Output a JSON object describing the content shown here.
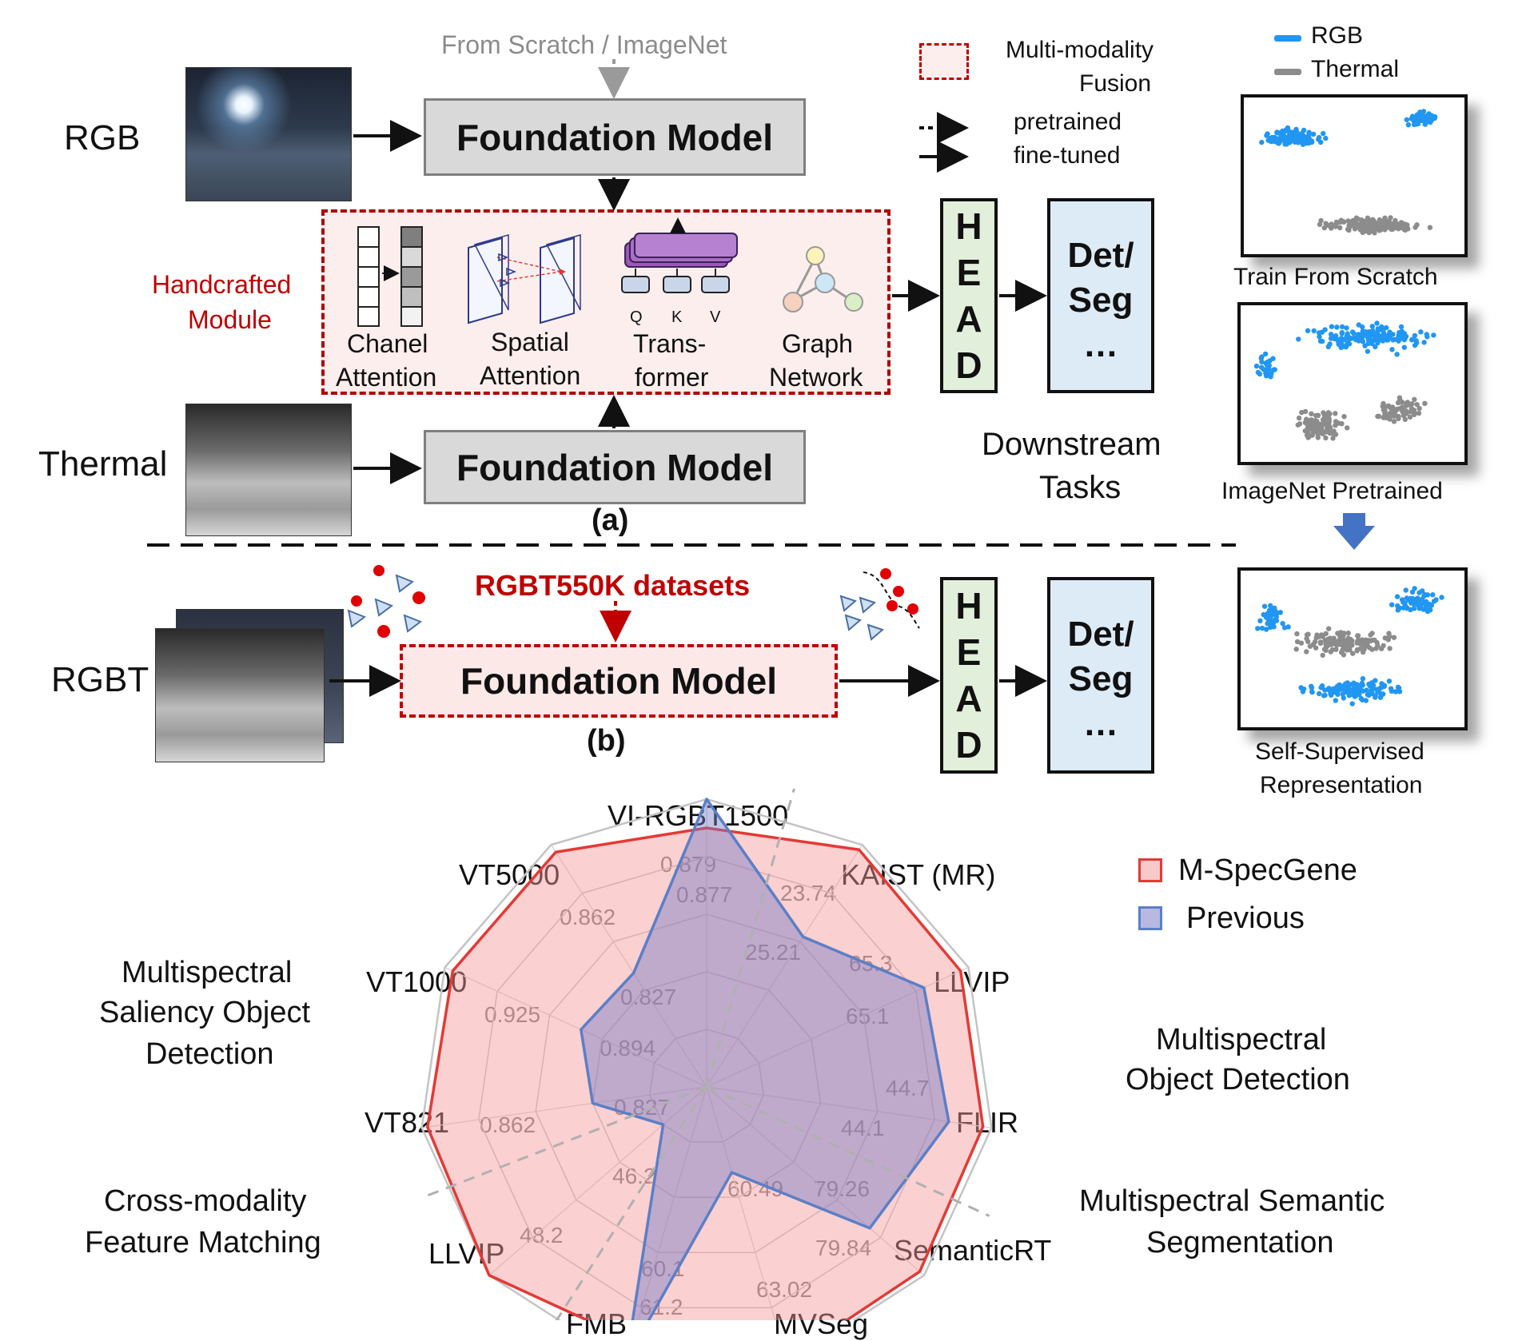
{
  "top": {
    "init_label": "From Scratch /  ImageNet",
    "rgb_label": "RGB",
    "thermal_label": "Thermal",
    "foundation_top": "Foundation Model",
    "foundation_bottom": "Foundation Model",
    "handcrafted_line1": "Handcrafted",
    "handcrafted_line2": "Module",
    "modules": [
      {
        "l1": "Chanel",
        "l2": "Attention",
        "icon": "channel-attention-icon"
      },
      {
        "l1": "Spatial",
        "l2": "Attention",
        "icon": "spatial-attention-icon"
      },
      {
        "l1": "Trans-",
        "l2": "former",
        "icon": "transformer-icon",
        "q": "Q",
        "k": "K",
        "v": "V"
      },
      {
        "l1": "Graph",
        "l2": "Network",
        "icon": "graph-network-icon"
      }
    ],
    "head_letters": [
      "H",
      "E",
      "A",
      "D"
    ],
    "task_line1": "Det/",
    "task_line2": "Seg",
    "task_line3": "…",
    "downstream_line1": "Downstream",
    "downstream_line2": "Tasks",
    "caption": "(a)"
  },
  "legend": {
    "fusion_line1": "Multi-modality",
    "fusion_line2": "Fusion",
    "pretrained": "pretrained",
    "finetuned": "fine-tuned",
    "rgb": "RGB",
    "thermal": "Thermal"
  },
  "scatter_panels": [
    {
      "caption1": "Train From Scratch",
      "caption2": ""
    },
    {
      "caption1": "ImageNet Pretrained",
      "caption2": ""
    },
    {
      "caption1": "Self-Supervised",
      "caption2": "Representation"
    }
  ],
  "bottom": {
    "rgbt_label": "RGBT",
    "dataset_label": "RGBT550K datasets",
    "foundation": "Foundation Model",
    "head_letters": [
      "H",
      "E",
      "A",
      "D"
    ],
    "task_line1": "Det/",
    "task_line2": "Seg",
    "task_line3": "…",
    "caption": "(b)"
  },
  "colors": {
    "rgb": "#2196f3",
    "thermal": "#8c8c8c",
    "ours": "#e53935",
    "previous": "#5b7fc7",
    "fusion": "#c00000"
  },
  "chart_data": {
    "type": "radar",
    "axes": [
      "VI-RGBT1500",
      "KAIST (MR)",
      "LLVIP",
      "FLIR",
      "SemanticRT",
      "MVSeg",
      "FMB",
      "LLVIP",
      "VT821",
      "VT1000",
      "VT5000"
    ],
    "series": [
      {
        "name": "M-SpecGene",
        "values": [
          0.879,
          23.74,
          65.3,
          44.7,
          79.84,
          63.02,
          61.2,
          48.2,
          0.862,
          0.925,
          0.862
        ],
        "radius": [
          0.9,
          0.98,
          0.97,
          0.97,
          0.98,
          0.99,
          0.92,
          1.0,
          0.98,
          0.97,
          0.97
        ]
      },
      {
        "name": "Previous",
        "values": [
          0.877,
          25.21,
          65.1,
          44.1,
          79.26,
          60.49,
          60.1,
          46.2,
          0.827,
          0.894,
          0.827
        ],
        "radius": [
          1.0,
          0.62,
          0.83,
          0.85,
          0.75,
          0.31,
          0.99,
          0.2,
          0.4,
          0.48,
          0.47
        ]
      }
    ],
    "value_labels": {
      "ours": [
        "0.879",
        "23.74",
        "65.3",
        "44.7",
        "79.84",
        "63.02",
        "61.2",
        "48.2",
        "0.862",
        "0.925",
        "0.862"
      ],
      "previous": [
        "0.877",
        "25.21",
        "65.1",
        "44.1",
        "79.26",
        "60.49",
        "60.1",
        "46.2",
        "0.827",
        "0.894",
        "0.827"
      ]
    },
    "groups": [
      {
        "line1": "Multispectral",
        "line2": "Saliency Object",
        "line3": "Detection"
      },
      {
        "line1": "Multispectral",
        "line2": "Object Detection",
        "line3": ""
      },
      {
        "line1": "Multispectral Semantic",
        "line2": "Segmentation",
        "line3": ""
      },
      {
        "line1": "Cross-modality",
        "line2": "Feature Matching",
        "line3": ""
      }
    ],
    "legend": [
      "M-SpecGene",
      "Previous"
    ]
  }
}
